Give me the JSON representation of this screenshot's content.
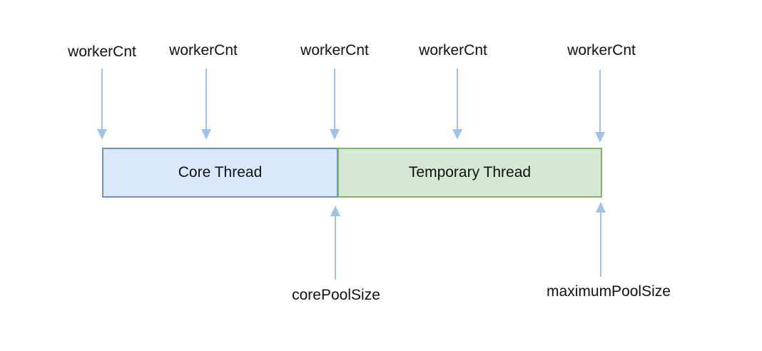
{
  "top_labels": [
    "workerCnt",
    "workerCnt",
    "workerCnt",
    "workerCnt",
    "workerCnt"
  ],
  "boxes": {
    "core": "Core Thread",
    "temporary": "Temporary Thread"
  },
  "bottom_labels": {
    "core_pool_size": "corePoolSize",
    "maximum_pool_size": "maximumPoolSize"
  },
  "colors": {
    "arrow": "#9fc3e7",
    "core_fill": "#dae8fc",
    "core_stroke": "#6c8ebf",
    "temp_fill": "#d5e8d4",
    "temp_stroke": "#82b366"
  }
}
